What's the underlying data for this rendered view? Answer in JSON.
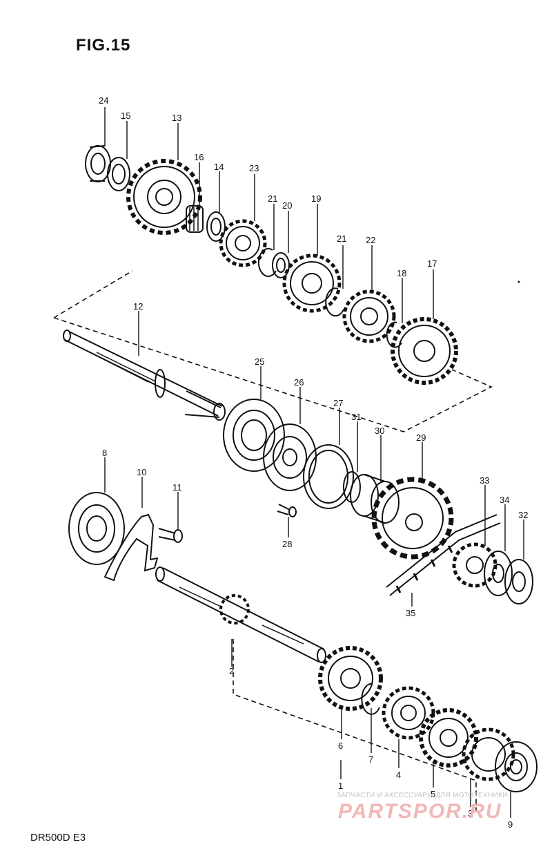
{
  "figure_title": "FIG.15",
  "model_code": "DR500D E3",
  "watermark": {
    "tagline": "ЗАПЧАСТИ И АКСЕССУАРЫ ДЛЯ МОТОТЕХНИКИ",
    "logo": "PARTSPOR.RU"
  },
  "callouts": [
    {
      "id": "c24",
      "text": "24"
    },
    {
      "id": "c15",
      "text": "15"
    },
    {
      "id": "c13",
      "text": "13"
    },
    {
      "id": "c16",
      "text": "16"
    },
    {
      "id": "c14",
      "text": "14"
    },
    {
      "id": "c23",
      "text": "23"
    },
    {
      "id": "c21a",
      "text": "21"
    },
    {
      "id": "c20",
      "text": "20"
    },
    {
      "id": "c19",
      "text": "19"
    },
    {
      "id": "c21b",
      "text": "21"
    },
    {
      "id": "c22",
      "text": "22"
    },
    {
      "id": "c18",
      "text": "18"
    },
    {
      "id": "c17",
      "text": "17"
    },
    {
      "id": "c12",
      "text": "12"
    },
    {
      "id": "c25",
      "text": "25"
    },
    {
      "id": "c26",
      "text": "26"
    },
    {
      "id": "c27",
      "text": "27"
    },
    {
      "id": "c31",
      "text": "31"
    },
    {
      "id": "c30",
      "text": "30"
    },
    {
      "id": "c29",
      "text": "29"
    },
    {
      "id": "c8",
      "text": "8"
    },
    {
      "id": "c10",
      "text": "10"
    },
    {
      "id": "c11",
      "text": "11"
    },
    {
      "id": "c28",
      "text": "28"
    },
    {
      "id": "c33",
      "text": "33"
    },
    {
      "id": "c34",
      "text": "34"
    },
    {
      "id": "c32",
      "text": "32"
    },
    {
      "id": "c35",
      "text": "35"
    },
    {
      "id": "c2",
      "text": "2"
    },
    {
      "id": "c6",
      "text": "6"
    },
    {
      "id": "c7",
      "text": "7"
    },
    {
      "id": "c4",
      "text": "4"
    },
    {
      "id": "c1",
      "text": "1"
    },
    {
      "id": "c5",
      "text": "5"
    },
    {
      "id": "c3",
      "text": "3"
    },
    {
      "id": "c9",
      "text": "9"
    }
  ]
}
